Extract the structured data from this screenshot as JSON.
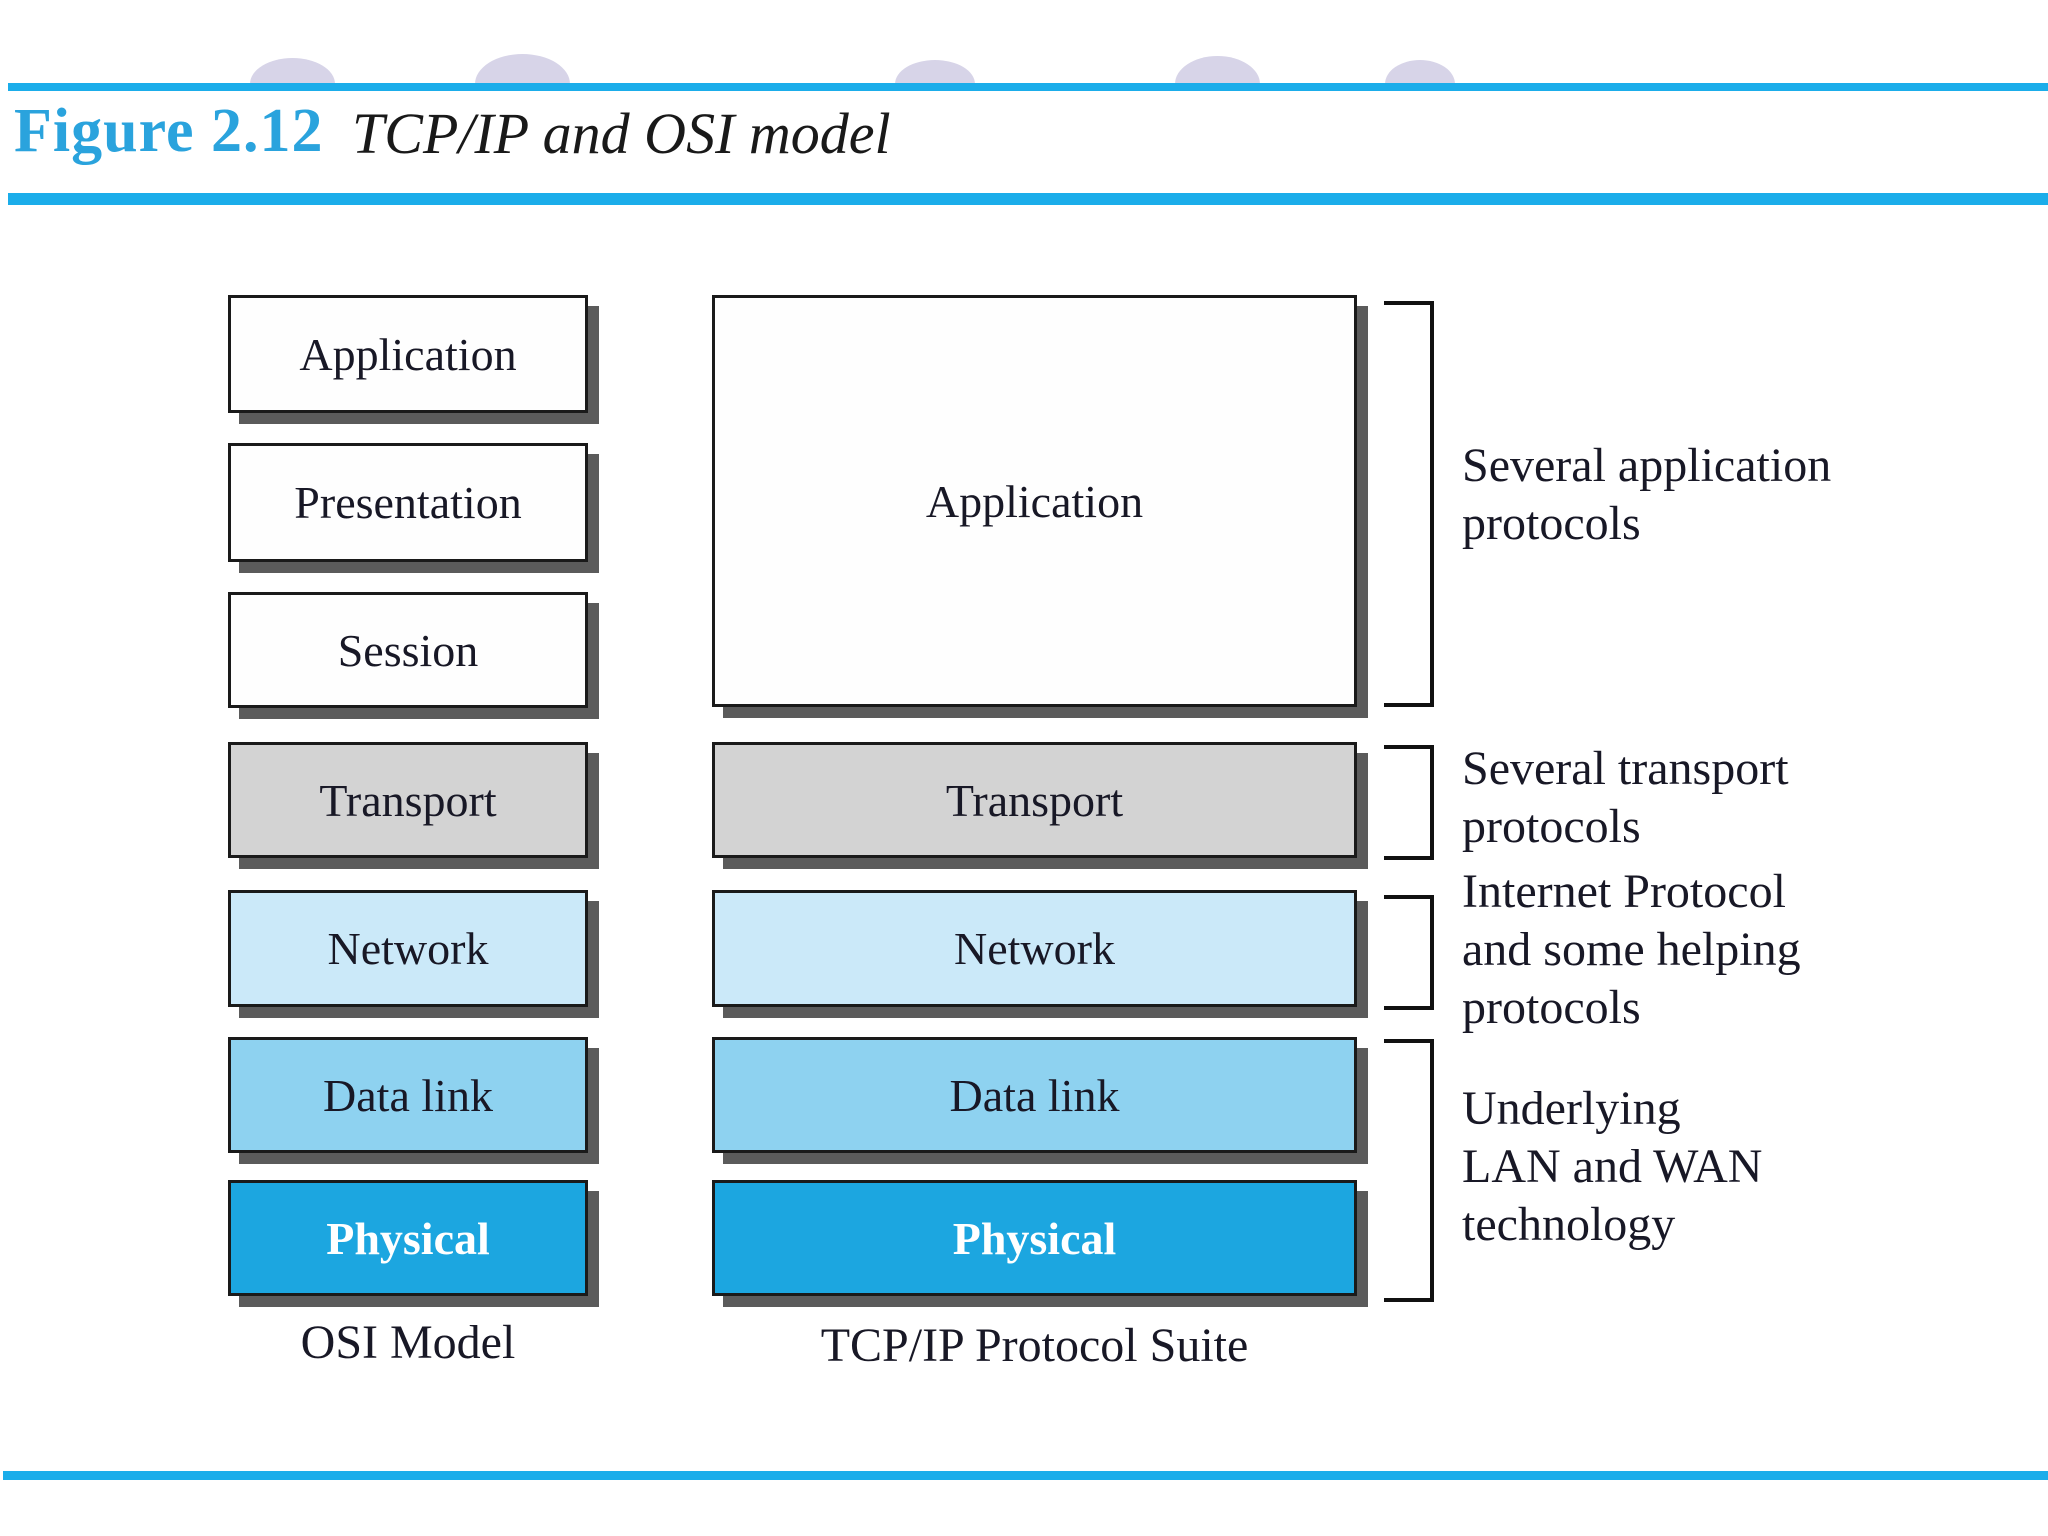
{
  "figure": {
    "label": "Figure 2.12",
    "title": "TCP/IP and OSI model"
  },
  "colors": {
    "rule_cyan": "#1badea",
    "figure_label_blue": "#2aa3dd",
    "box_border": "#1a1a1a",
    "box_shadow": "#5b5b5b",
    "text_dark": "#181826",
    "white_layer_fill": "#fefefe",
    "transport_fill": "#d3d3d3",
    "network_fill": "#cbe9f9",
    "datalink_fill": "#8ed2f0",
    "physical_fill": "#1ca6e0",
    "arc_lavender": "#d7d4e8"
  },
  "osi": {
    "caption": "OSI Model",
    "layers": [
      {
        "label": "Application",
        "fill": "#fefefe"
      },
      {
        "label": "Presentation",
        "fill": "#fefefe"
      },
      {
        "label": "Session",
        "fill": "#fefefe"
      },
      {
        "label": "Transport",
        "fill": "#d3d3d3"
      },
      {
        "label": "Network",
        "fill": "#cbe9f9"
      },
      {
        "label": "Data link",
        "fill": "#8ed2f0"
      },
      {
        "label": "Physical",
        "fill": "#1ca6e0"
      }
    ]
  },
  "tcpip": {
    "caption": "TCP/IP Protocol Suite",
    "layers": [
      {
        "label": "Application",
        "fill": "#fefefe"
      },
      {
        "label": "Transport",
        "fill": "#d3d3d3"
      },
      {
        "label": "Network",
        "fill": "#cbe9f9"
      },
      {
        "label": "Data link",
        "fill": "#8ed2f0"
      },
      {
        "label": "Physical",
        "fill": "#1ca6e0"
      }
    ]
  },
  "annotations": [
    {
      "text": "Several application\nprotocols"
    },
    {
      "text": "Several transport\nprotocols"
    },
    {
      "text": "Internet Protocol\nand some helping\nprotocols"
    },
    {
      "text": "Underlying\nLAN and WAN\ntechnology"
    }
  ]
}
